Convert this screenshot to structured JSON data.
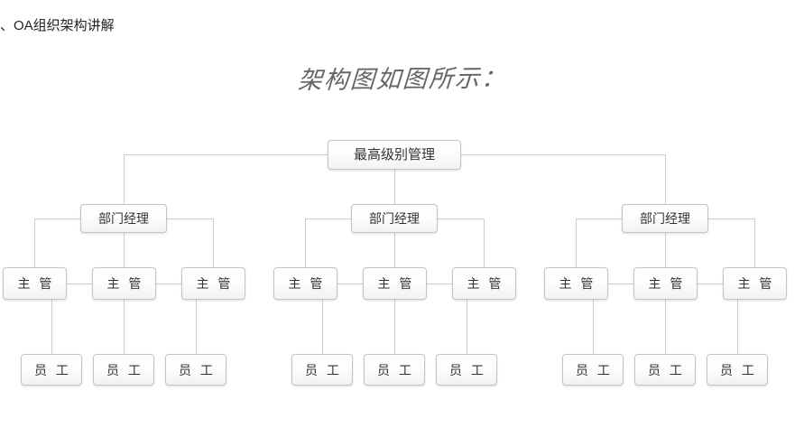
{
  "page": {
    "heading": "、OA组织架构讲解",
    "caption": "架构图如图所示："
  },
  "colors": {
    "line": "#cccccc",
    "node_border": "#c4c4c4",
    "node_fill_top": "#ffffff",
    "node_fill_bottom": "#f2f2f2",
    "text": "#333333",
    "background": "#ffffff"
  },
  "chart_data": {
    "type": "diagram",
    "subtype": "org-chart",
    "title": "架构图如图所示：",
    "orientation": "top-down",
    "levels": 4,
    "level_labels": [
      "最高级别管理",
      "部门经理",
      "主 管",
      "员 工"
    ],
    "root": {
      "label": "最高级别管理",
      "children": [
        {
          "label": "部门经理",
          "children": [
            {
              "label": "主 管",
              "children": []
            },
            {
              "label": "主 管",
              "children": [
                {
                  "label": "员 工"
                },
                {
                  "label": "员 工"
                },
                {
                  "label": "员 工"
                }
              ]
            },
            {
              "label": "主 管",
              "children": []
            }
          ]
        },
        {
          "label": "部门经理",
          "children": [
            {
              "label": "主 管",
              "children": []
            },
            {
              "label": "主 管",
              "children": [
                {
                  "label": "员 工"
                },
                {
                  "label": "员 工"
                },
                {
                  "label": "员 工"
                }
              ]
            },
            {
              "label": "主 管",
              "children": []
            }
          ]
        },
        {
          "label": "部门经理",
          "children": [
            {
              "label": "主 管",
              "children": []
            },
            {
              "label": "主 管",
              "children": [
                {
                  "label": "员 工"
                },
                {
                  "label": "员 工"
                },
                {
                  "label": "员 工"
                }
              ]
            },
            {
              "label": "主 管",
              "children": []
            }
          ]
        }
      ]
    },
    "nodes": {
      "root": {
        "label": "最高级别管理"
      },
      "managers": [
        {
          "label": "部门经理"
        },
        {
          "label": "部门经理"
        },
        {
          "label": "部门经理"
        }
      ],
      "supervisors": [
        {
          "label": "主 管"
        },
        {
          "label": "主 管"
        },
        {
          "label": "主 管"
        },
        {
          "label": "主 管"
        },
        {
          "label": "主 管"
        },
        {
          "label": "主 管"
        },
        {
          "label": "主 管"
        },
        {
          "label": "主 管"
        },
        {
          "label": "主 管"
        }
      ],
      "employees": [
        {
          "label": "员 工"
        },
        {
          "label": "员 工"
        },
        {
          "label": "员 工"
        },
        {
          "label": "员 工"
        },
        {
          "label": "员 工"
        },
        {
          "label": "员 工"
        },
        {
          "label": "员 工"
        },
        {
          "label": "员 工"
        },
        {
          "label": "员 工"
        }
      ]
    },
    "counts": {
      "top_management": 1,
      "department_managers": 3,
      "supervisors": 9,
      "employees": 9,
      "total_nodes": 22
    }
  }
}
